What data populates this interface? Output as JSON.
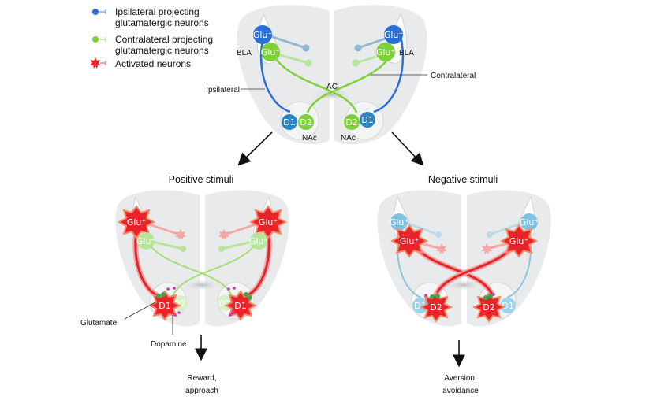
{
  "legend": [
    {
      "line1": "Ipsilateral projecting",
      "line2": "glutamatergic neurons",
      "color": "#2a6fd6",
      "icon": "blue-neuron-icon"
    },
    {
      "line1": "Contralateral projecting",
      "line2": "glutamatergic neurons",
      "color": "#7fd13a",
      "icon": "green-neuron-icon"
    },
    {
      "line1": "Activated neurons",
      "line2": "",
      "color": "#e8232a",
      "icon": "activated-neuron-icon"
    }
  ],
  "colors": {
    "ipsilateral": "#2a6fd6",
    "contralateral": "#7fd13a",
    "activated": "#e8232a",
    "hemisphere": "#e9eaeb",
    "ipsilateral_faded": "#7fc3e3",
    "contralateral_faded": "#b7e59a",
    "dopamine": "#d033c9"
  },
  "top": {
    "glu_label": "Glu⁺",
    "bla_label": "BLA",
    "nac_label": "NAc",
    "ac_label": "AC",
    "d1_label": "D1",
    "d2_label": "D2",
    "ipsilateral_label": "Ipsilateral",
    "contralateral_label": "Contralateral"
  },
  "positive": {
    "title": "Positive stimuli",
    "glutamate_label": "Glutamate",
    "dopamine_label": "Dopamine",
    "outcome_line1": "Reward,",
    "outcome_line2": "approach"
  },
  "negative": {
    "title": "Negative stimuli",
    "outcome_line1": "Aversion,",
    "outcome_line2": "avoidance"
  }
}
